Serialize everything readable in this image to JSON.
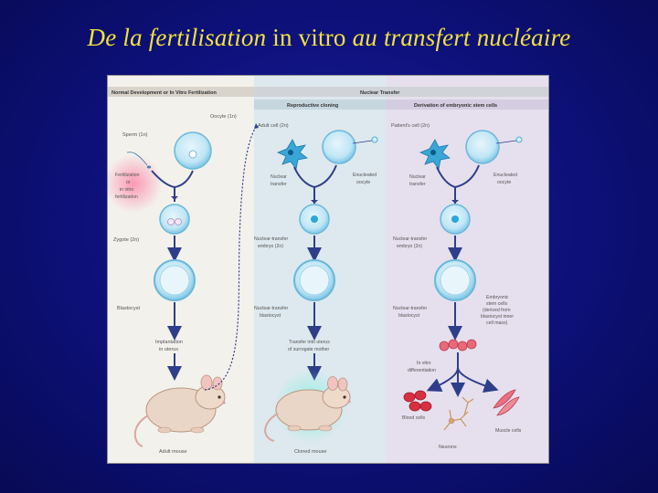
{
  "title": {
    "part1": "De la fertilisation ",
    "part2": "in vitro",
    "part3": " au transfert nucléaire",
    "color": "#f2e23a"
  },
  "figure": {
    "headers": {
      "normal": "Normal Development or In Vitro Fertilization",
      "nuclear": "Nuclear Transfer",
      "cloning": "Reproductive cloning",
      "stem": "Derivation of embryonic stem cells"
    },
    "col1": {
      "oocyte": "Oocyte (1n)",
      "sperm": "Sperm (1n)",
      "fert1": "Fertilization",
      "fert2": "or",
      "fert3": "in vitro",
      "fert4": "fertilization",
      "zygote": "Zygote (2n)",
      "blastocyst": "Blastocyst",
      "impl1": "Implantation",
      "impl2": "in uterus",
      "adult": "Adult mouse"
    },
    "col2": {
      "adult_cell": "Adult cell (2n)",
      "nt1": "Nuclear",
      "nt2": "transfer",
      "enuc1": "Enucleated",
      "enuc2": "oocyte",
      "embryo1": "Nuclear-transfer",
      "embryo2": "embryo (2n)",
      "blast1": "Nuclear-transfer",
      "blast2": "blastocyst",
      "tr1": "Transfer into uterus",
      "tr2": "of surrogate mother",
      "cloned": "Cloned mouse"
    },
    "col3": {
      "patient": "Patient's cell (2n)",
      "nt1": "Nuclear",
      "nt2": "transfer",
      "enuc1": "Enucleated",
      "enuc2": "oocyte",
      "embryo1": "Nuclear-transfer",
      "embryo2": "embryo (2n)",
      "blast1": "Nuclear-transfer",
      "blast2": "blastocyst",
      "es1": "Embryonic",
      "es2": "stem cells",
      "es3": "(derived from",
      "es4": "blastocyst inner",
      "es5": "cell mass)",
      "diff1": "In vitro",
      "diff2": "differentiation",
      "blood": "Blood cells",
      "neurons": "Neurons",
      "muscle": "Muscle cells"
    },
    "colors": {
      "cell": "#a8d8ee",
      "nucleus": "#2aa8d8",
      "blood": "#d83040",
      "muscle": "#e87080",
      "neuron": "#d8a870"
    }
  }
}
